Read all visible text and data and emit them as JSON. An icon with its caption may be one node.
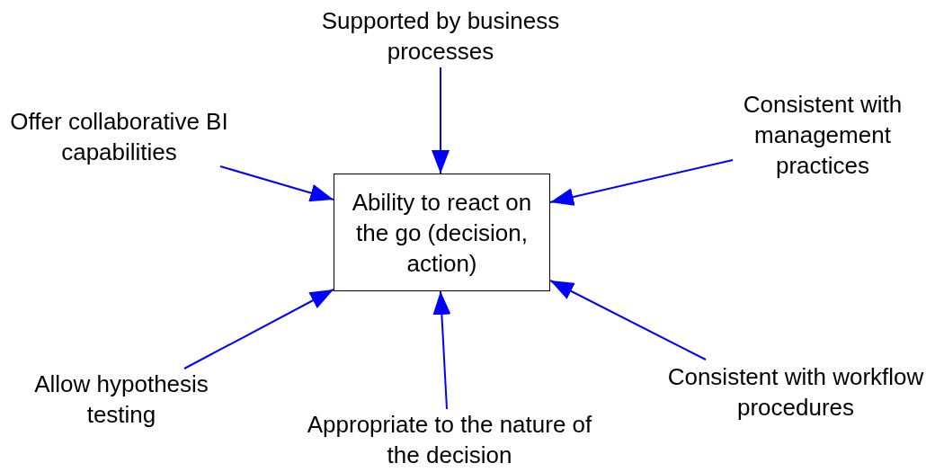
{
  "diagram": {
    "nodes": [
      {
        "text": [
          "Ability to react on the go (decision, action)"
        ]
      },
      {
        "text": [
          "Supported by business processes"
        ]
      },
      {
        "text": [
          "Offer collaborative BI capabilities"
        ]
      },
      {
        "text": [
          "Consistent with management practices"
        ]
      },
      {
        "text": [
          "Allow hypothesis testing"
        ]
      },
      {
        "text": [
          "Appropriate to the nature of the decision"
        ]
      },
      {
        "text": [
          "Consistent with workflow procedures"
        ]
      }
    ],
    "edges": [
      {
        "from": 1,
        "to": 0,
        "arrow": "to",
        "color": "#0000ff"
      },
      {
        "from": 2,
        "to": 0,
        "arrow": "to",
        "color": "#0000ff"
      },
      {
        "from": 3,
        "to": 0,
        "arrow": "to",
        "color": "#0000ff"
      },
      {
        "from": 4,
        "to": 0,
        "arrow": "to",
        "color": "#0000ff"
      },
      {
        "from": 5,
        "to": 0,
        "arrow": "to",
        "color": "#0000ff"
      },
      {
        "from": 6,
        "to": 0,
        "arrow": "to",
        "color": "#0000ff"
      }
    ]
  }
}
